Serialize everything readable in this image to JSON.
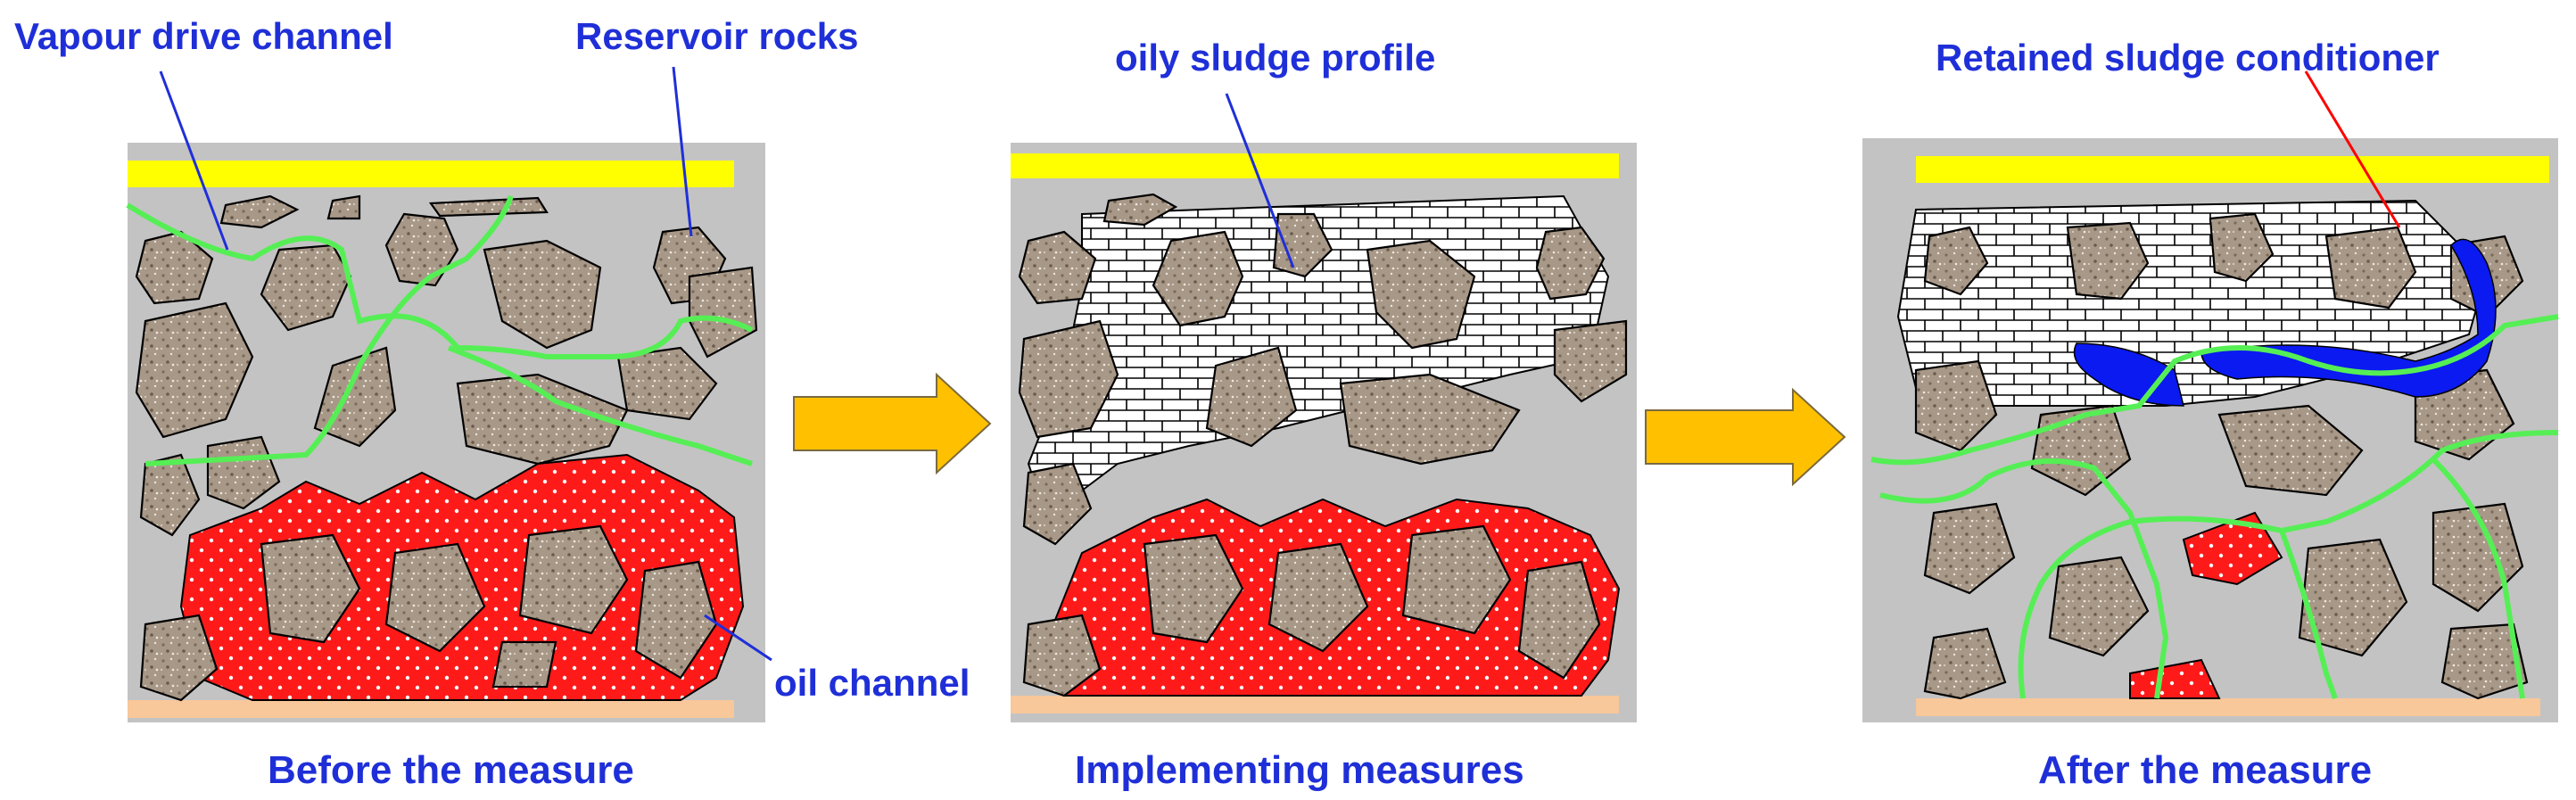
{
  "colors": {
    "label_text": "#1f2fd8",
    "rock_fill": "#a89888",
    "panel_bg": "#c3c3c3",
    "top_bar": "#ffff00",
    "bottom_bar": "#f8c79a",
    "oil": "#ff1a1a",
    "sludge_pattern": "#ffffff",
    "vapour_channel": "#55ef55",
    "conditioner": "#0a1af0",
    "arrow_fill": "#ffc000",
    "annotation_line": "#1f2fd8",
    "conditioner_pointer": "#ff0000"
  },
  "labels": {
    "vapour_drive_channel": "Vapour drive  channel",
    "reservoir_rocks": "Reservoir rocks",
    "oil_channel": "oil  channel",
    "oily_sludge_profile": "oily sludge profile",
    "retained_sludge_conditioner": "Retained sludge conditioner"
  },
  "captions": {
    "before": "Before the measure",
    "implementing": "Implementing measures",
    "after": "After the measure"
  },
  "panels": [
    {
      "stage": "before",
      "features": [
        "reservoir-rocks",
        "vapour-drive-channel",
        "oil-channel"
      ]
    },
    {
      "stage": "implementing",
      "features": [
        "reservoir-rocks",
        "oily-sludge-profile",
        "oil-zone"
      ]
    },
    {
      "stage": "after",
      "features": [
        "reservoir-rocks",
        "oily-sludge-profile",
        "retained-sludge-conditioner",
        "vapour-drive-channel"
      ]
    }
  ],
  "icons": [
    "right-arrow-icon",
    "right-arrow-icon"
  ]
}
